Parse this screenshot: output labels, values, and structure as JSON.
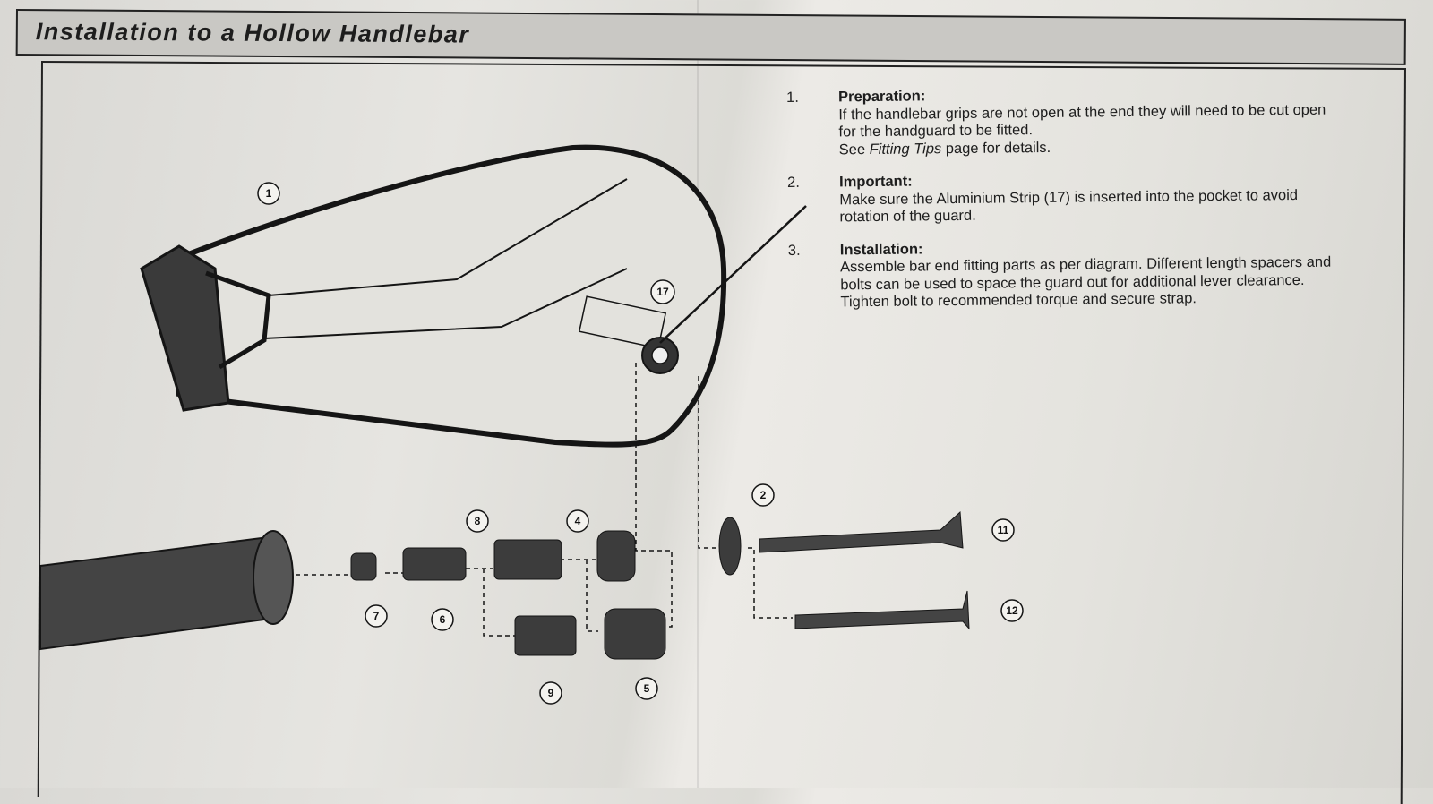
{
  "header": {
    "title": "Installation to a Hollow Handlebar"
  },
  "steps": [
    {
      "number": "1.",
      "heading": "Preparation:",
      "lines": [
        "If the handlebar grips are not open at the end they will need to be cut open",
        "for the handguard to be fitted."
      ],
      "see_prefix": "See ",
      "see_italic": "Fitting Tips",
      "see_suffix": " page for details."
    },
    {
      "number": "2.",
      "heading": "Important:",
      "lines": [
        "Make sure the Aluminium Strip (17)  is inserted into the pocket to avoid",
        "rotation of the guard."
      ]
    },
    {
      "number": "3.",
      "heading": "Installation:",
      "lines": [
        "Assemble bar end fitting parts as per diagram.  Different length spacers and",
        "bolts can be used to space the guard out for additional lever clearance.",
        "Tighten bolt to recommended torque and secure strap."
      ]
    }
  ],
  "diagram": {
    "callouts": {
      "handguard": "1",
      "strip": "17",
      "washer": "2",
      "bolt_long": "11",
      "bolt_short": "12",
      "expander": "8",
      "spacer_short": "4",
      "nut": "7",
      "wedge": "6",
      "expander_alt": "9",
      "spacer_long": "5"
    }
  }
}
